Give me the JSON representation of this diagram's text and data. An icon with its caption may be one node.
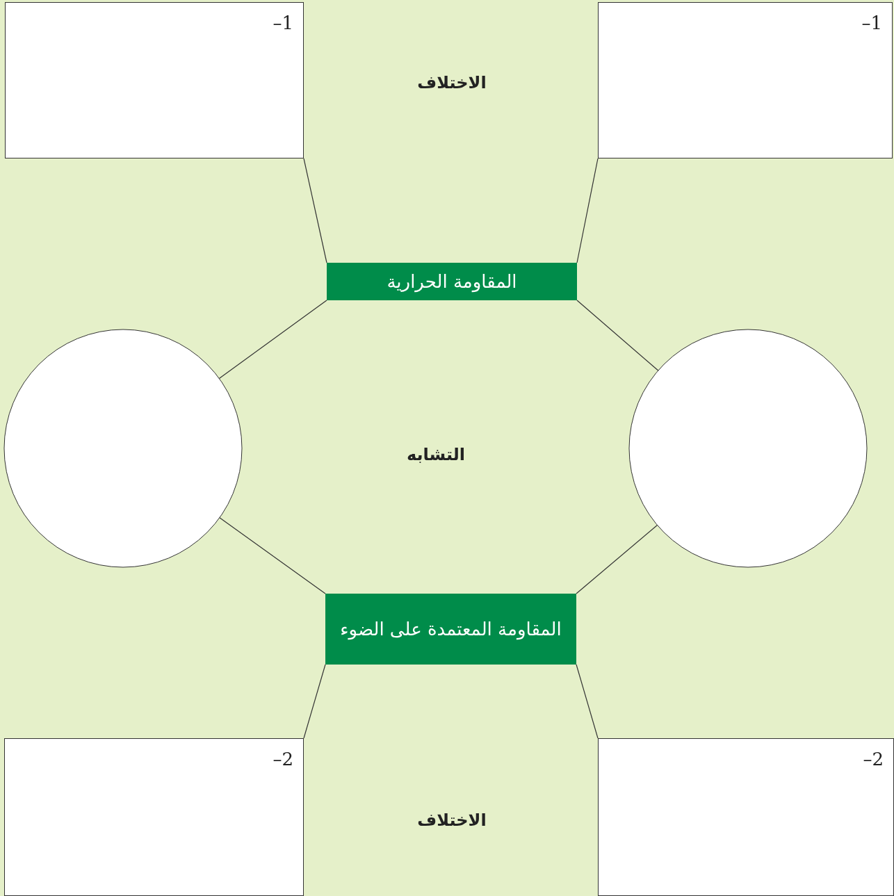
{
  "diagram": {
    "nodes": [
      {
        "text": [
          "–1"
        ]
      },
      {
        "text": [
          "–1"
        ]
      },
      {
        "text": [
          "المقاومة الحرارية"
        ]
      },
      {
        "text": [],
        "shape": "circle"
      },
      {
        "text": [],
        "shape": "circle"
      },
      {
        "text": [
          "المقاومة المعتمدة على الضوء"
        ]
      },
      {
        "text": [
          "–2"
        ]
      },
      {
        "text": [
          "–2"
        ]
      }
    ],
    "edges": [
      {
        "from": 0,
        "to": 2,
        "arrow": "none"
      },
      {
        "from": 1,
        "to": 2,
        "arrow": "none"
      },
      {
        "from": 2,
        "to": 3,
        "arrow": "none"
      },
      {
        "from": 2,
        "to": 4,
        "arrow": "none"
      },
      {
        "from": 3,
        "to": 5,
        "arrow": "none"
      },
      {
        "from": 4,
        "to": 5,
        "arrow": "none"
      },
      {
        "from": 5,
        "to": 6,
        "arrow": "none"
      },
      {
        "from": 5,
        "to": 7,
        "arrow": "none"
      }
    ],
    "labels": [
      "الاختلاف",
      "التشابه",
      "الاختلاف"
    ]
  }
}
